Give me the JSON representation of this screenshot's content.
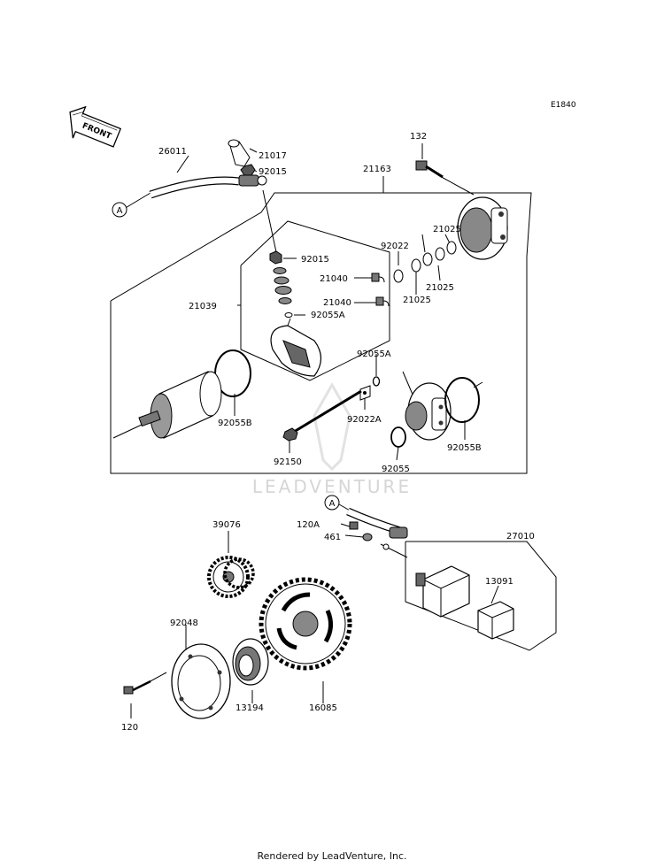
{
  "diagram_code": "E1840",
  "front_label": "FRONT",
  "watermark": "LEADVENTURE",
  "footer": "Rendered by LeadVenture, Inc.",
  "callouts": {
    "a_top": "A",
    "a_bottom": "A"
  },
  "parts": {
    "p26011": "26011",
    "p21017": "21017",
    "p92015_top": "92015",
    "p132": "132",
    "p21163": "21163",
    "p21025_a": "21025",
    "p21025_b": "21025",
    "p21025_c": "21025",
    "p92022": "92022",
    "p92015_mid": "92015",
    "p21040_a": "21040",
    "p21040_b": "21040",
    "p21039": "21039",
    "p92055A_a": "92055A",
    "p92055A_b": "92055A",
    "p92055B_a": "92055B",
    "p92055B_b": "92055B",
    "p92022A": "92022A",
    "p92150": "92150",
    "p92055": "92055",
    "p39076": "39076",
    "p120A": "120A",
    "p461": "461",
    "p27010": "27010",
    "p13091": "13091",
    "p92048": "92048",
    "p120": "120",
    "p13194": "13194",
    "p16085": "16085"
  }
}
